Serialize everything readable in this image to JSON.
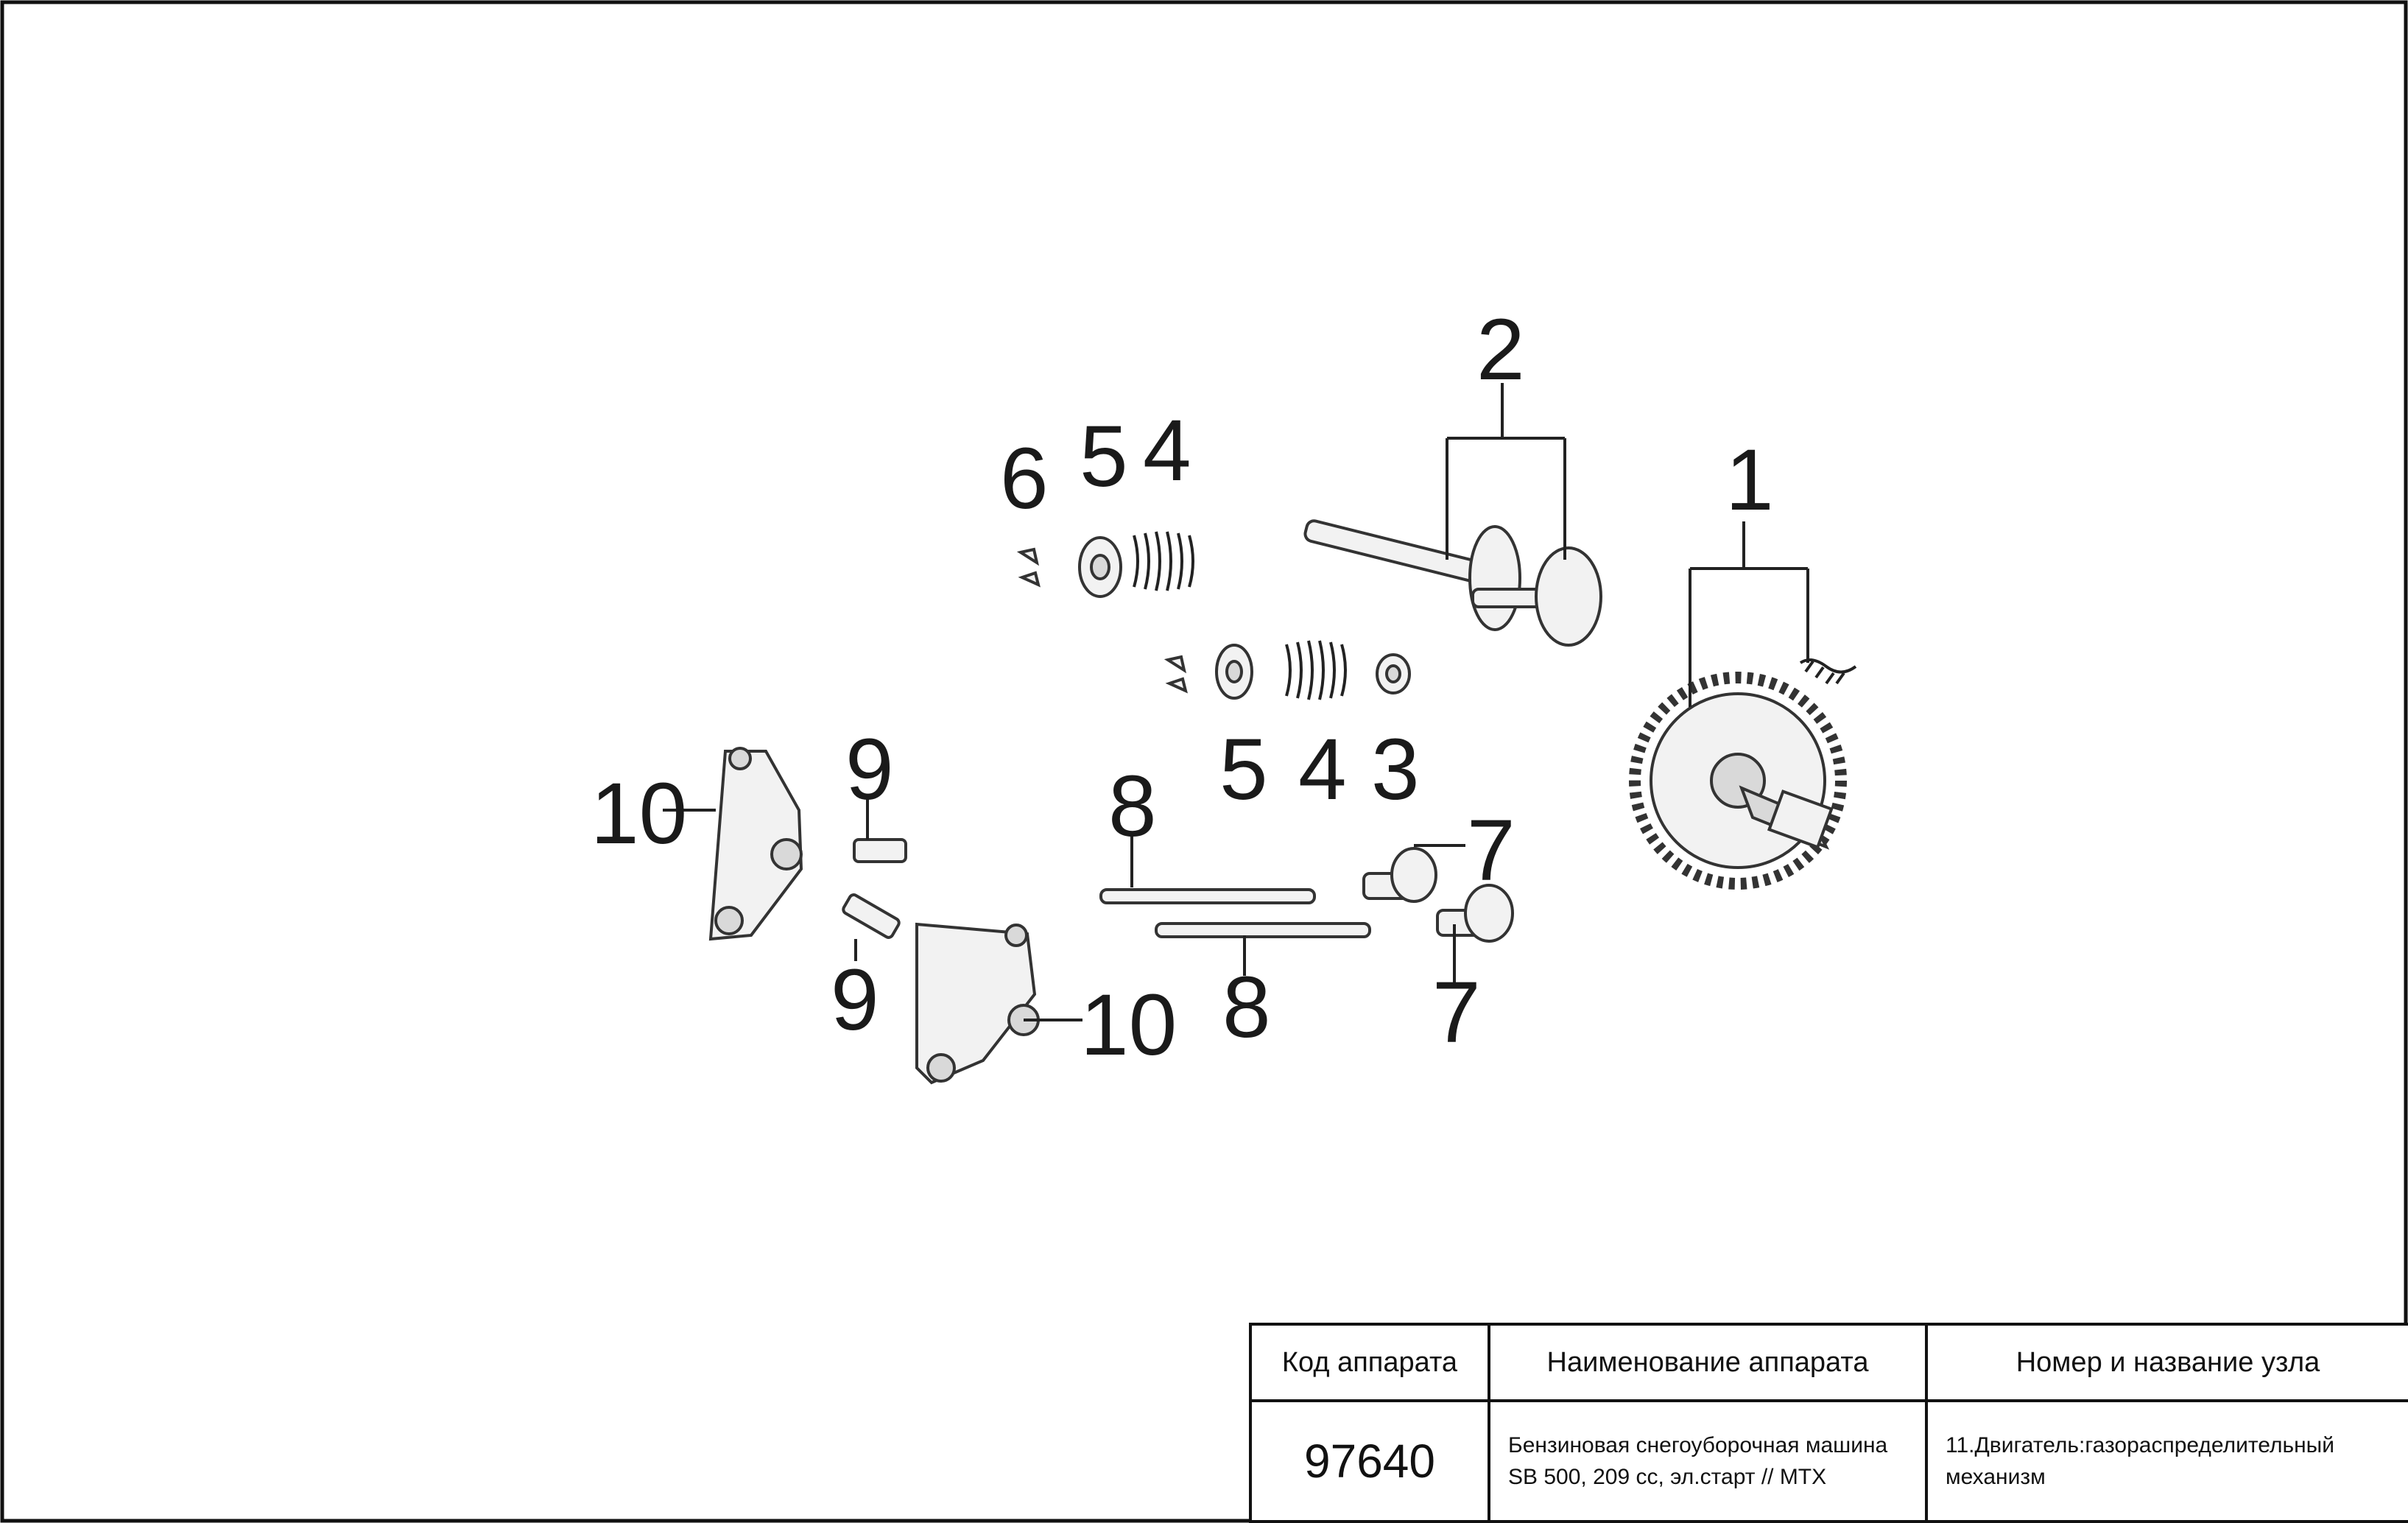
{
  "callouts": {
    "p1": "1",
    "p2": "2",
    "p3": "3",
    "p4a": "4",
    "p4b": "4",
    "p5a": "5",
    "p5b": "5",
    "p6": "6",
    "p7a": "7",
    "p7b": "7",
    "p8a": "8",
    "p8b": "8",
    "p9a": "9",
    "p9b": "9",
    "p10a": "10",
    "p10b": "10"
  },
  "title_block": {
    "headers": {
      "code": "Код аппарата",
      "name": "Наименование аппарата",
      "unit": "Номер и название узла"
    },
    "code_value": "97640",
    "name_line1": "Бензиновая снегоуборочная машина",
    "name_line2": "SB 500, 209 cc, эл.старт // MTX",
    "unit_line1": "11.Двигатель:газораспределительный",
    "unit_line2": "механизм"
  }
}
